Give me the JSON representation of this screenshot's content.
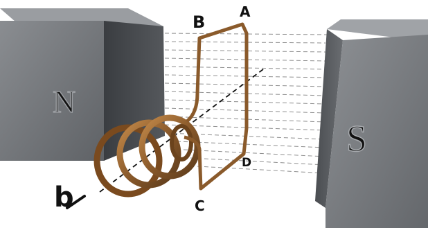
{
  "magnets": {
    "north": {
      "label": "N"
    },
    "south": {
      "label": "S"
    }
  },
  "loop": {
    "corner_a": "A",
    "corner_b": "B",
    "corner_c": "C",
    "corner_d": "D"
  },
  "axis": {
    "label": "b"
  },
  "colors": {
    "magnet": "#7b7e82",
    "coil": "#8a5a2b",
    "field_lines": "#333333"
  }
}
